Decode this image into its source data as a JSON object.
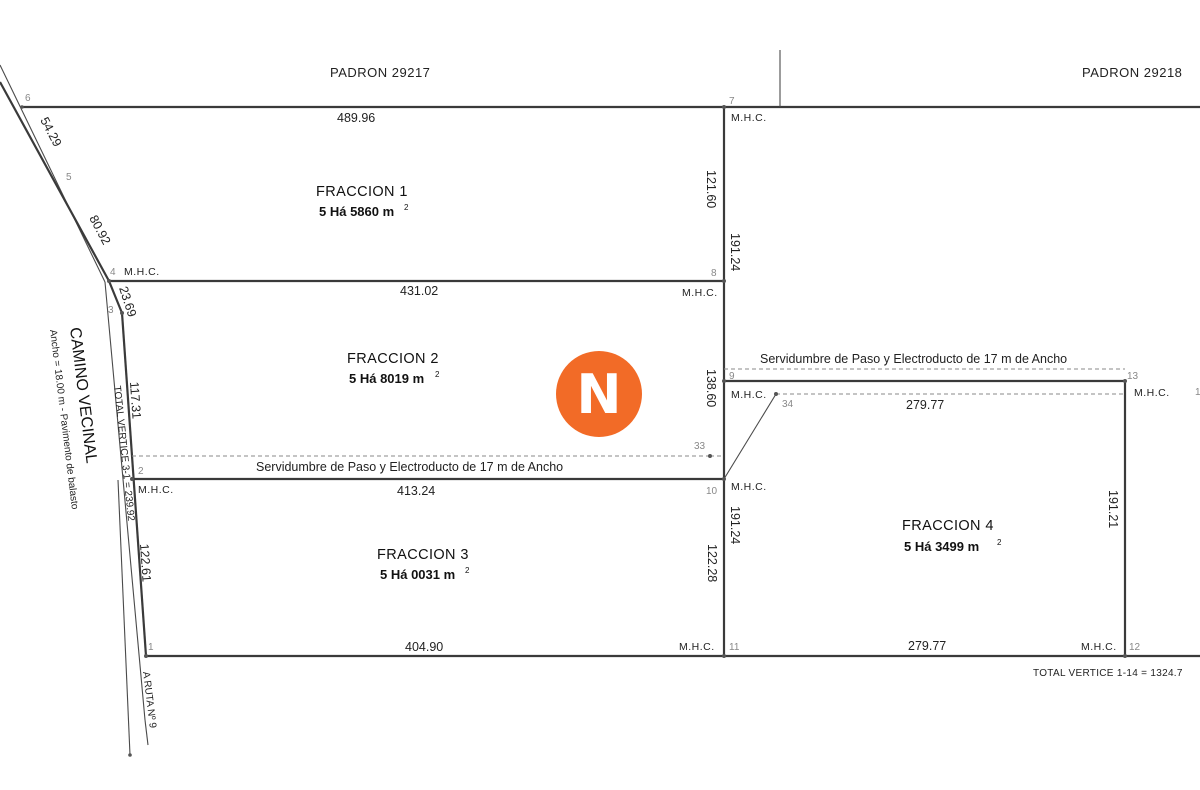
{
  "padrones": {
    "left": "PADRON 29217",
    "right": "PADRON 29218"
  },
  "fractions": [
    {
      "name": "FRACCION 1",
      "area": "5 Há 5860 m",
      "unit_sup": "2"
    },
    {
      "name": "FRACCION 2",
      "area": "5 Há 8019 m",
      "unit_sup": "2"
    },
    {
      "name": "FRACCION 3",
      "area": "5 Há 0031 m",
      "unit_sup": "2"
    },
    {
      "name": "FRACCION 4",
      "area": "5 Há 3499 m",
      "unit_sup": "2"
    }
  ],
  "easements": {
    "upper": "Servidumbre de Paso y Electroducto de 17 m de Ancho",
    "lower": "Servidumbre de Paso y Electroducto de 17 m de Ancho"
  },
  "road": {
    "name": "CAMINO VECINAL",
    "detail": "Ancho = 18.00 m - Pavimento de balasto",
    "total_vertice": "TOTAL VERTICE 3-1 = 239.92",
    "route": "A RUTA Nº 9"
  },
  "total_vertice_bottom": "TOTAL VERTICE 1-14 = 1324.7",
  "marker": "M.H.C.",
  "dimensions": {
    "top_f1": "489.96",
    "side_6_5": "54.29",
    "side_5_4": "80.92",
    "side_4_3": "23.69",
    "right_f1": "121.60",
    "right_7_9": "191.24",
    "mid_4_8": "431.02",
    "left_3_2": "117.31",
    "right_8_9": "138.60",
    "mid_2_10": "413.24",
    "left_2_1": "122.61",
    "right_10_11": "122.28",
    "right_10_11b": "191.24",
    "bottom_f3": "404.90",
    "top_f4": "279.77",
    "right_f4": "191.21",
    "bottom_f4": "279.77"
  },
  "vertices": {
    "v1": "1",
    "v2": "2",
    "v3": "3",
    "v4": "4",
    "v5": "5",
    "v6": "6",
    "v7": "7",
    "v8": "8",
    "v9": "9",
    "v10": "10",
    "v11": "11",
    "v12": "12",
    "v13": "13",
    "v33": "33",
    "v34": "34",
    "v_edge": "13"
  },
  "logo": {
    "letter": "N",
    "color": "#f26b27"
  }
}
